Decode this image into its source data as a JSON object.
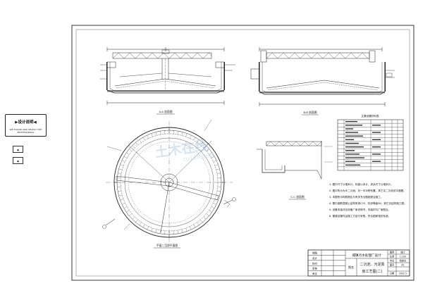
{
  "side_panel": {
    "title": "▶设计说明◀",
    "subtitle": "WE FOUND AND SELECT THE PROFESSIONAL",
    "button_a": "▣",
    "button_b": "▣"
  },
  "views": {
    "section_aa": "A-A 剖面图",
    "section_bb": "B-B 剖面图",
    "section_cc": "C-C 剖面图",
    "plan": "平面二沉池平面图"
  },
  "table": {
    "title": "主要设备材料表"
  },
  "notes": {
    "lines": [
      "1. 图中尺寸以毫米计，标高以米计，其余尺寸以毫米计。",
      "2. 图中所示为半二沉池，另一半对称布置，其它见二沉池总平面图。",
      "3. 本图所示构筑物应与有关专业图纸配合施工。",
      "4. 图中钢筋混凝土结构采用C25，抗渗等级S6，其它见结构施工图。",
      "5. 设备安装详见设备厂家说明书，安装时与厂家配合。",
      "6. 管道及管件由施工方自行采购，符合国家相关标准。"
    ]
  },
  "title_block": {
    "project": "城镇污水处理厂设计",
    "drawing_line1": "二沉池、污泥泵",
    "drawing_line2": "房工艺图(二)",
    "section_label": "图名",
    "scale_label": "比例",
    "scale_value": "1:100",
    "sheet_size": "A1",
    "date_value": "2002.5",
    "roles": [
      "制图",
      "设计",
      "校对",
      "审核",
      "审定"
    ],
    "right_labels": [
      "图别",
      "专业",
      "图号",
      "日期"
    ],
    "right_values": [
      "施工",
      "给排水"
    ]
  },
  "watermark": {
    "text": "土木在线",
    "sub": "co188.com"
  }
}
